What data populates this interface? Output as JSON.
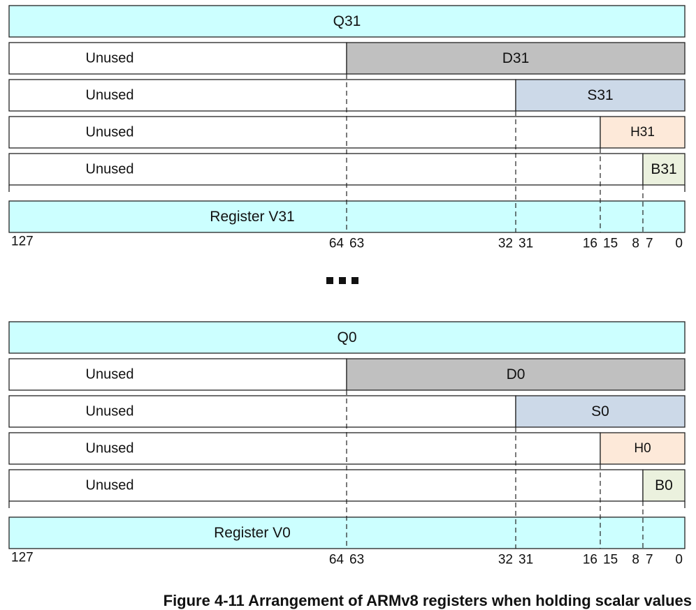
{
  "colors": {
    "q_fill": "#ccffff",
    "d_fill": "#c0c0c0",
    "s_fill": "#ccd9e8",
    "h_fill": "#fde9d9",
    "b_fill": "#ebf1de",
    "v_fill": "#ccffff",
    "unused_fill": "#ffffff",
    "stroke": "#222222"
  },
  "bit_labels": [
    "127",
    "64",
    "63",
    "32",
    "31",
    "16",
    "15",
    "8",
    "7",
    "0"
  ],
  "groups": [
    {
      "q_label": "Q31",
      "d_label": "D31",
      "s_label": "S31",
      "h_label": "H31",
      "b_label": "B31",
      "unused_label": "Unused",
      "v_label": "Register V31"
    },
    {
      "q_label": "Q0",
      "d_label": "D0",
      "s_label": "S0",
      "h_label": "H0",
      "b_label": "B0",
      "unused_label": "Unused",
      "v_label": "Register V0"
    }
  ],
  "caption": "Figure 4-11 Arrangement of ARMv8 registers when holding scalar values"
}
